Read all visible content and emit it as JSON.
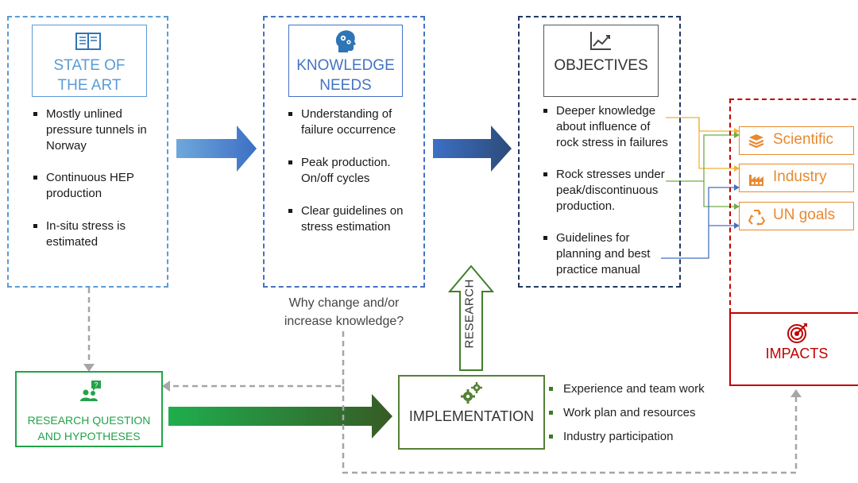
{
  "state_of_art": {
    "title_line1": "STATE OF",
    "title_line2": "THE ART",
    "icon": "book-icon",
    "bullets": [
      {
        "l1": "Mostly unlined",
        "l2": "pressure tunnels in",
        "l3": "Norway"
      },
      {
        "l1": "Continuous HEP",
        "l2": "production",
        "l3": ""
      },
      {
        "l1": "In-situ stress is",
        "l2": "estimated",
        "l3": ""
      }
    ]
  },
  "knowledge_needs": {
    "title_line1": "KNOWLEDGE",
    "title_line2": "NEEDS",
    "icon": "head-gears-icon",
    "bullets": [
      {
        "l1": "Understanding of",
        "l2": "failure occurrence"
      },
      {
        "l1": "Peak production.",
        "l2": "On/off cycles"
      },
      {
        "l1": "Clear guidelines on",
        "l2": "stress estimation"
      }
    ]
  },
  "objectives": {
    "title": "OBJECTIVES",
    "icon": "trend-chart-icon",
    "bullets": [
      {
        "l1": "Deeper knowledge",
        "l2": "about influence of",
        "l3": "rock stress in failures"
      },
      {
        "l1": "Rock stresses under",
        "l2": "peak/discontinuous",
        "l3": "production."
      },
      {
        "l1": "Guidelines for",
        "l2": "planning and best",
        "l3": "practice manual"
      }
    ]
  },
  "impacts": {
    "title": "IMPACTS",
    "icon": "target-icon",
    "items": [
      {
        "label": "Scientific",
        "icon": "layers-icon"
      },
      {
        "label": "Industry",
        "icon": "factory-icon"
      },
      {
        "label": "UN goals",
        "icon": "recycle-icon"
      }
    ]
  },
  "question_text": {
    "l1": "Why change and/or",
    "l2": "increase knowledge?"
  },
  "research_label": "RESEARCH",
  "research_question": {
    "l1": "RESEARCH QUESTION",
    "l2": "AND HYPOTHESES",
    "icon": "people-question-icon"
  },
  "implementation": {
    "title": "IMPLEMENTATION",
    "icon": "gears-icon",
    "items": [
      "Experience and team work",
      "Work plan and resources",
      "Industry participation"
    ]
  },
  "colors": {
    "light_blue": "#5b9bd5",
    "mid_blue": "#4472c4",
    "dark_navy": "#203864",
    "orange": "#e8892f",
    "dark_red": "#c00000",
    "green": "#22a34a",
    "dark_green": "#548235",
    "grey": "#a6a6a6"
  }
}
